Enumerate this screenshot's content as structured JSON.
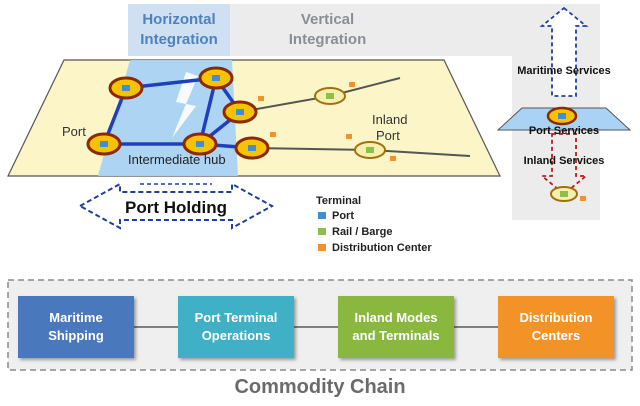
{
  "header": {
    "horizontal": [
      "Horizontal",
      "Integration"
    ],
    "vertical": [
      "Vertical",
      "Integration"
    ]
  },
  "map": {
    "port_label": "Port",
    "hub_label": "Intermediate hub",
    "inland_port_label": [
      "Inland",
      "Port"
    ]
  },
  "port_holding": "Port Holding",
  "legend": {
    "title": "Terminal",
    "items": [
      {
        "label": "Port",
        "color": "#3f8fd6"
      },
      {
        "label": "Rail / Barge",
        "color": "#8cc04a"
      },
      {
        "label": "Distribution Center",
        "color": "#f39227"
      }
    ]
  },
  "vertical_panel": {
    "maritime": "Maritime Services",
    "port": "Port Services",
    "inland": "Inland Services"
  },
  "commodity_chain": {
    "title": "Commodity Chain",
    "boxes": [
      {
        "lines": [
          "Maritime",
          "Shipping"
        ],
        "color": "#4a78bd"
      },
      {
        "lines": [
          "Port Terminal",
          "Operations"
        ],
        "color": "#3fb0c6"
      },
      {
        "lines": [
          "Inland Modes",
          "and Terminals"
        ],
        "color": "#8ab83f"
      },
      {
        "lines": [
          "Distribution",
          "Centers"
        ],
        "color": "#f39227"
      }
    ]
  },
  "colors": {
    "map_fill": "#fbf5c8",
    "water": "#a9d2f5",
    "link": "#1f3fbf",
    "node_ring": "#8b2a00",
    "node_fill": "#f7c200"
  }
}
